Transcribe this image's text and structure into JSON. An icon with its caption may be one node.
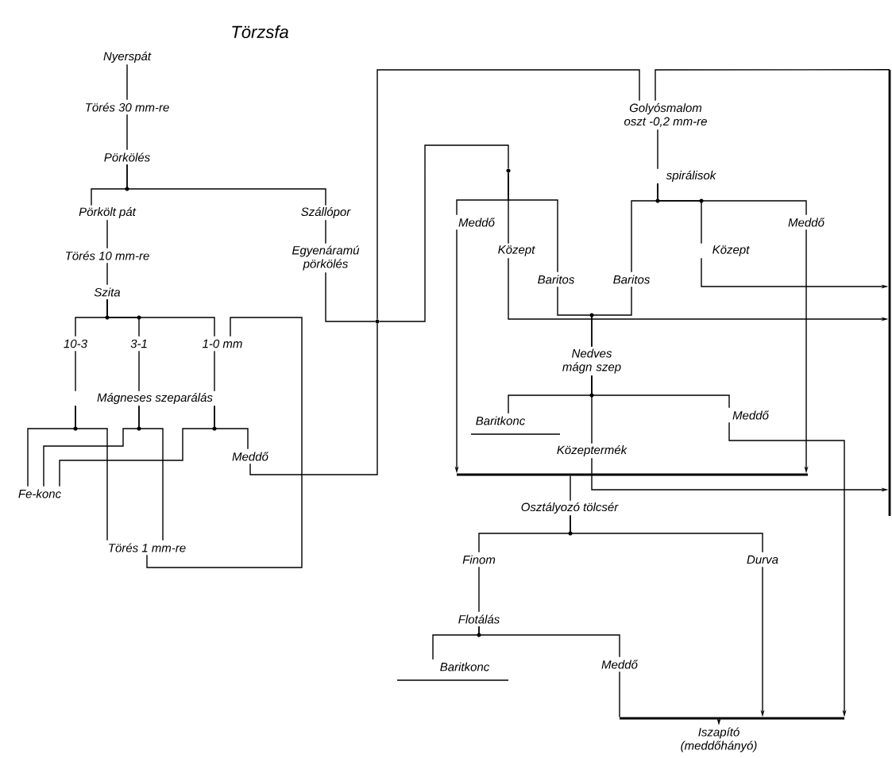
{
  "diagram": {
    "title": "Törzsfa",
    "nodes": [
      {
        "text": [
          "Nyerspát"
        ]
      },
      {
        "text": [
          "Törés 30 mm-re"
        ]
      },
      {
        "text": [
          "Pörkölés"
        ]
      },
      {
        "text": [
          "Pörkölt pát"
        ]
      },
      {
        "text": [
          "Szállópor"
        ]
      },
      {
        "text": [
          "Törés 10 mm-re"
        ]
      },
      {
        "text": [
          "Egyenáramú pörkölés"
        ]
      },
      {
        "text": [
          "Szita"
        ]
      },
      {
        "text": [
          "10-3"
        ]
      },
      {
        "text": [
          "3-1"
        ]
      },
      {
        "text": [
          "1-0 mm"
        ]
      },
      {
        "text": [
          "Mágneses szeparálás"
        ]
      },
      {
        "text": [
          "Fe-konc"
        ]
      },
      {
        "text": [
          "Meddő"
        ]
      },
      {
        "text": [
          "Törés 1 mm-re"
        ]
      },
      {
        "text": [
          "Golyósmalom",
          "oszt -0,2 mm-re"
        ]
      },
      {
        "text": [
          "spirálisok"
        ]
      },
      {
        "text": [
          "Meddő"
        ]
      },
      {
        "text": [
          "Közept"
        ]
      },
      {
        "text": [
          "Baritos"
        ]
      },
      {
        "text": [
          "Baritos"
        ]
      },
      {
        "text": [
          "Közept"
        ]
      },
      {
        "text": [
          "Meddő"
        ]
      },
      {
        "text": [
          "Nedves mágn szep"
        ]
      },
      {
        "text": [
          "Baritkonc"
        ]
      },
      {
        "text": [
          "Meddő"
        ]
      },
      {
        "text": [
          "Közeptermék"
        ]
      },
      {
        "text": [
          "Osztályozó tölcsér"
        ]
      },
      {
        "text": [
          "Finom"
        ]
      },
      {
        "text": [
          "Durva"
        ]
      },
      {
        "text": [
          "Flotálás"
        ]
      },
      {
        "text": [
          "Baritkonc"
        ]
      },
      {
        "text": [
          "Meddő"
        ]
      },
      {
        "text": [
          "Iszapító (meddőhányó)"
        ]
      },
      {
        "text": [],
        "shape": "circle"
      },
      {
        "text": [],
        "shape": "circle"
      },
      {
        "text": [],
        "shape": "bar"
      },
      {
        "text": [],
        "shape": "bar"
      },
      {
        "text": [],
        "shape": "bar"
      }
    ],
    "edges": [
      {
        "from": 0,
        "to": 1,
        "arrow": "none"
      },
      {
        "from": 1,
        "to": 2,
        "arrow": "none"
      },
      {
        "from": 2,
        "to": 3,
        "arrow": "none"
      },
      {
        "from": 2,
        "to": 4,
        "arrow": "none"
      },
      {
        "from": 3,
        "to": 5,
        "arrow": "none"
      },
      {
        "from": 4,
        "to": 6,
        "arrow": "none"
      },
      {
        "from": 5,
        "to": 7,
        "arrow": "none"
      },
      {
        "from": 7,
        "to": 8,
        "arrow": "none"
      },
      {
        "from": 7,
        "to": 9,
        "arrow": "none"
      },
      {
        "from": 7,
        "to": 10,
        "arrow": "none"
      },
      {
        "from": 8,
        "to": 11,
        "arrow": "none"
      },
      {
        "from": 9,
        "to": 11,
        "arrow": "none"
      },
      {
        "from": 10,
        "to": 11,
        "arrow": "none"
      },
      {
        "from": 11,
        "to": 12,
        "arrow": "none"
      },
      {
        "from": 11,
        "to": 12,
        "arrow": "none"
      },
      {
        "from": 11,
        "to": 12,
        "arrow": "none"
      },
      {
        "from": 11,
        "to": 14,
        "arrow": "none"
      },
      {
        "from": 11,
        "to": 14,
        "arrow": "none"
      },
      {
        "from": 11,
        "to": 13,
        "arrow": "none"
      },
      {
        "from": 14,
        "to": 10,
        "arrow": "none"
      },
      {
        "from": 13,
        "to": 34,
        "arrow": "none"
      },
      {
        "from": 6,
        "to": 34,
        "arrow": "none"
      },
      {
        "from": 34,
        "to": 15,
        "arrow": "none"
      },
      {
        "from": 34,
        "to": 35,
        "arrow": "none"
      },
      {
        "from": 35,
        "to": 17,
        "arrow": "none"
      },
      {
        "from": 35,
        "to": 18,
        "arrow": "none"
      },
      {
        "from": 35,
        "to": 19,
        "arrow": "none"
      },
      {
        "from": 15,
        "to": 16,
        "arrow": "none"
      },
      {
        "from": 16,
        "to": 20,
        "arrow": "none"
      },
      {
        "from": 16,
        "to": 21,
        "arrow": "none"
      },
      {
        "from": 16,
        "to": 22,
        "arrow": "none"
      },
      {
        "from": 17,
        "to": 37,
        "arrow": "to"
      },
      {
        "from": 22,
        "to": 37,
        "arrow": "to"
      },
      {
        "from": 37,
        "to": 27,
        "arrow": "none"
      },
      {
        "from": 18,
        "to": 36,
        "arrow": "to"
      },
      {
        "from": 21,
        "to": 36,
        "arrow": "to"
      },
      {
        "from": 26,
        "to": 36,
        "arrow": "to"
      },
      {
        "from": 36,
        "to": 15,
        "arrow": "none"
      },
      {
        "from": 19,
        "to": 23,
        "arrow": "none"
      },
      {
        "from": 20,
        "to": 23,
        "arrow": "none"
      },
      {
        "from": 23,
        "to": 24,
        "arrow": "none"
      },
      {
        "from": 23,
        "to": 25,
        "arrow": "none"
      },
      {
        "from": 23,
        "to": 26,
        "arrow": "none"
      },
      {
        "from": 25,
        "to": 38,
        "arrow": "to"
      },
      {
        "from": 27,
        "to": 28,
        "arrow": "none"
      },
      {
        "from": 27,
        "to": 29,
        "arrow": "none"
      },
      {
        "from": 28,
        "to": 30,
        "arrow": "none"
      },
      {
        "from": 30,
        "to": 31,
        "arrow": "none"
      },
      {
        "from": 30,
        "to": 32,
        "arrow": "none"
      },
      {
        "from": 32,
        "to": 38,
        "arrow": "none"
      },
      {
        "from": 29,
        "to": 38,
        "arrow": "to"
      },
      {
        "from": 38,
        "to": 33,
        "arrow": "to"
      }
    ]
  }
}
